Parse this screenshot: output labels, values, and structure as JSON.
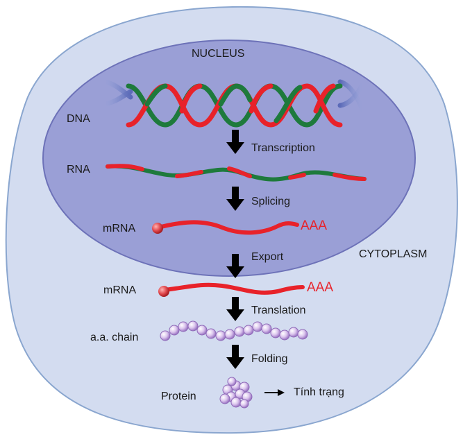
{
  "regions": {
    "nucleus": "NUCLEUS",
    "cytoplasm": "CYTOPLASM"
  },
  "molecules": {
    "dna": "DNA",
    "rna": "RNA",
    "mrna_nucleus": "mRNA",
    "mrna_cytoplasm": "mRNA",
    "aa_chain": "a.a. chain",
    "protein": "Protein"
  },
  "poly_a_tail": {
    "nucleus": "AAA",
    "cytoplasm": "AAA"
  },
  "steps": {
    "transcription": "Transcription",
    "splicing": "Splicing",
    "export": "Export",
    "translation": "Translation",
    "folding": "Folding"
  },
  "outcome": "Tính trạng",
  "colors": {
    "cell": "#d3dcf0",
    "cell_border": "#8aa6cf",
    "nucleus": "#9a9fd6",
    "nucleus_border": "#6d72b8",
    "strand_red": "#e8222a",
    "strand_green": "#1e7a3c",
    "arrow": "#000000",
    "bead": "#d9c3ec"
  }
}
